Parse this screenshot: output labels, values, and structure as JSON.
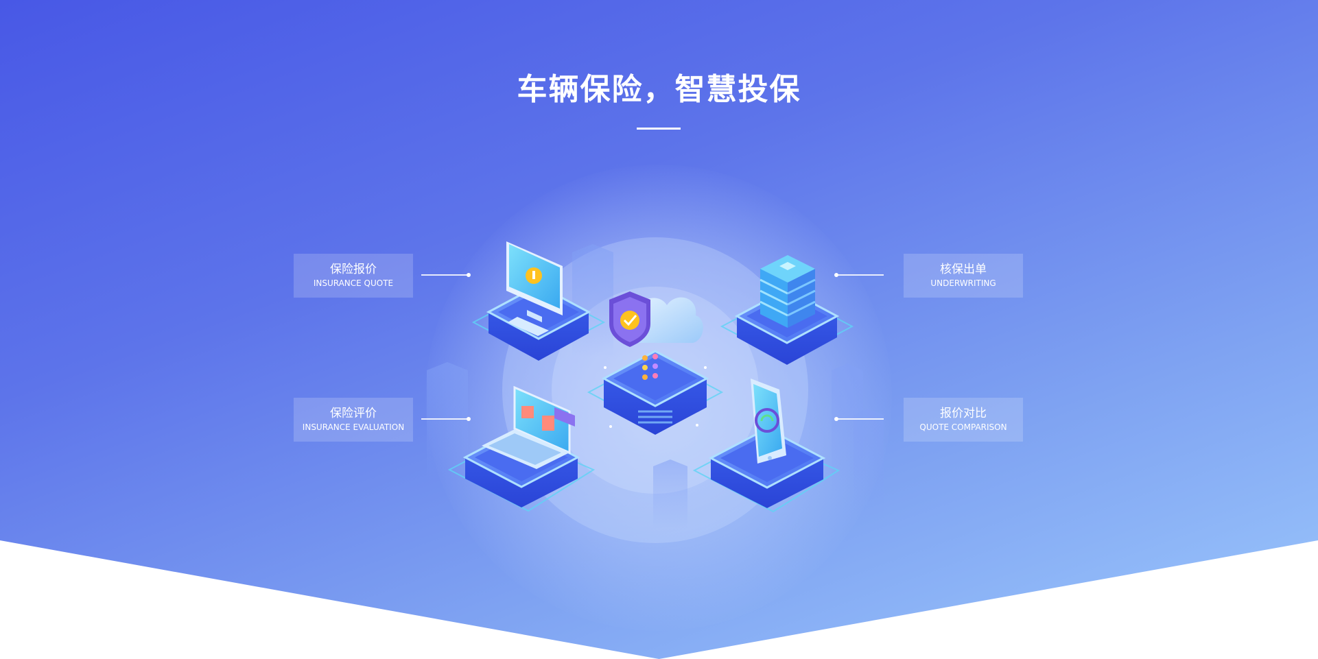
{
  "hero": {
    "title": "车辆保险，智慧投保"
  },
  "features": [
    {
      "cn": "保险报价",
      "en": "INSURANCE QUOTE"
    },
    {
      "cn": "核保出单",
      "en": "UNDERWRITING"
    },
    {
      "cn": "保险评价",
      "en": "INSURANCE EVALUATION"
    },
    {
      "cn": "报价对比",
      "en": "QUOTE COMPARISON"
    }
  ],
  "colors": {
    "gradient_top": "#4858e6",
    "gradient_bottom": "#9cc8fc",
    "platform_blue": "#3d6af0",
    "accent_cyan": "#5fd3f5",
    "shield_purple": "#6b4fd8",
    "badge_yellow": "#ffc21f"
  },
  "icons": {
    "center": "cloud-shield-icon",
    "insurance_quote": "desktop-monitor-icon",
    "underwriting": "server-rack-icon",
    "insurance_evaluation": "laptop-icon",
    "quote_comparison": "smartphone-icon"
  }
}
